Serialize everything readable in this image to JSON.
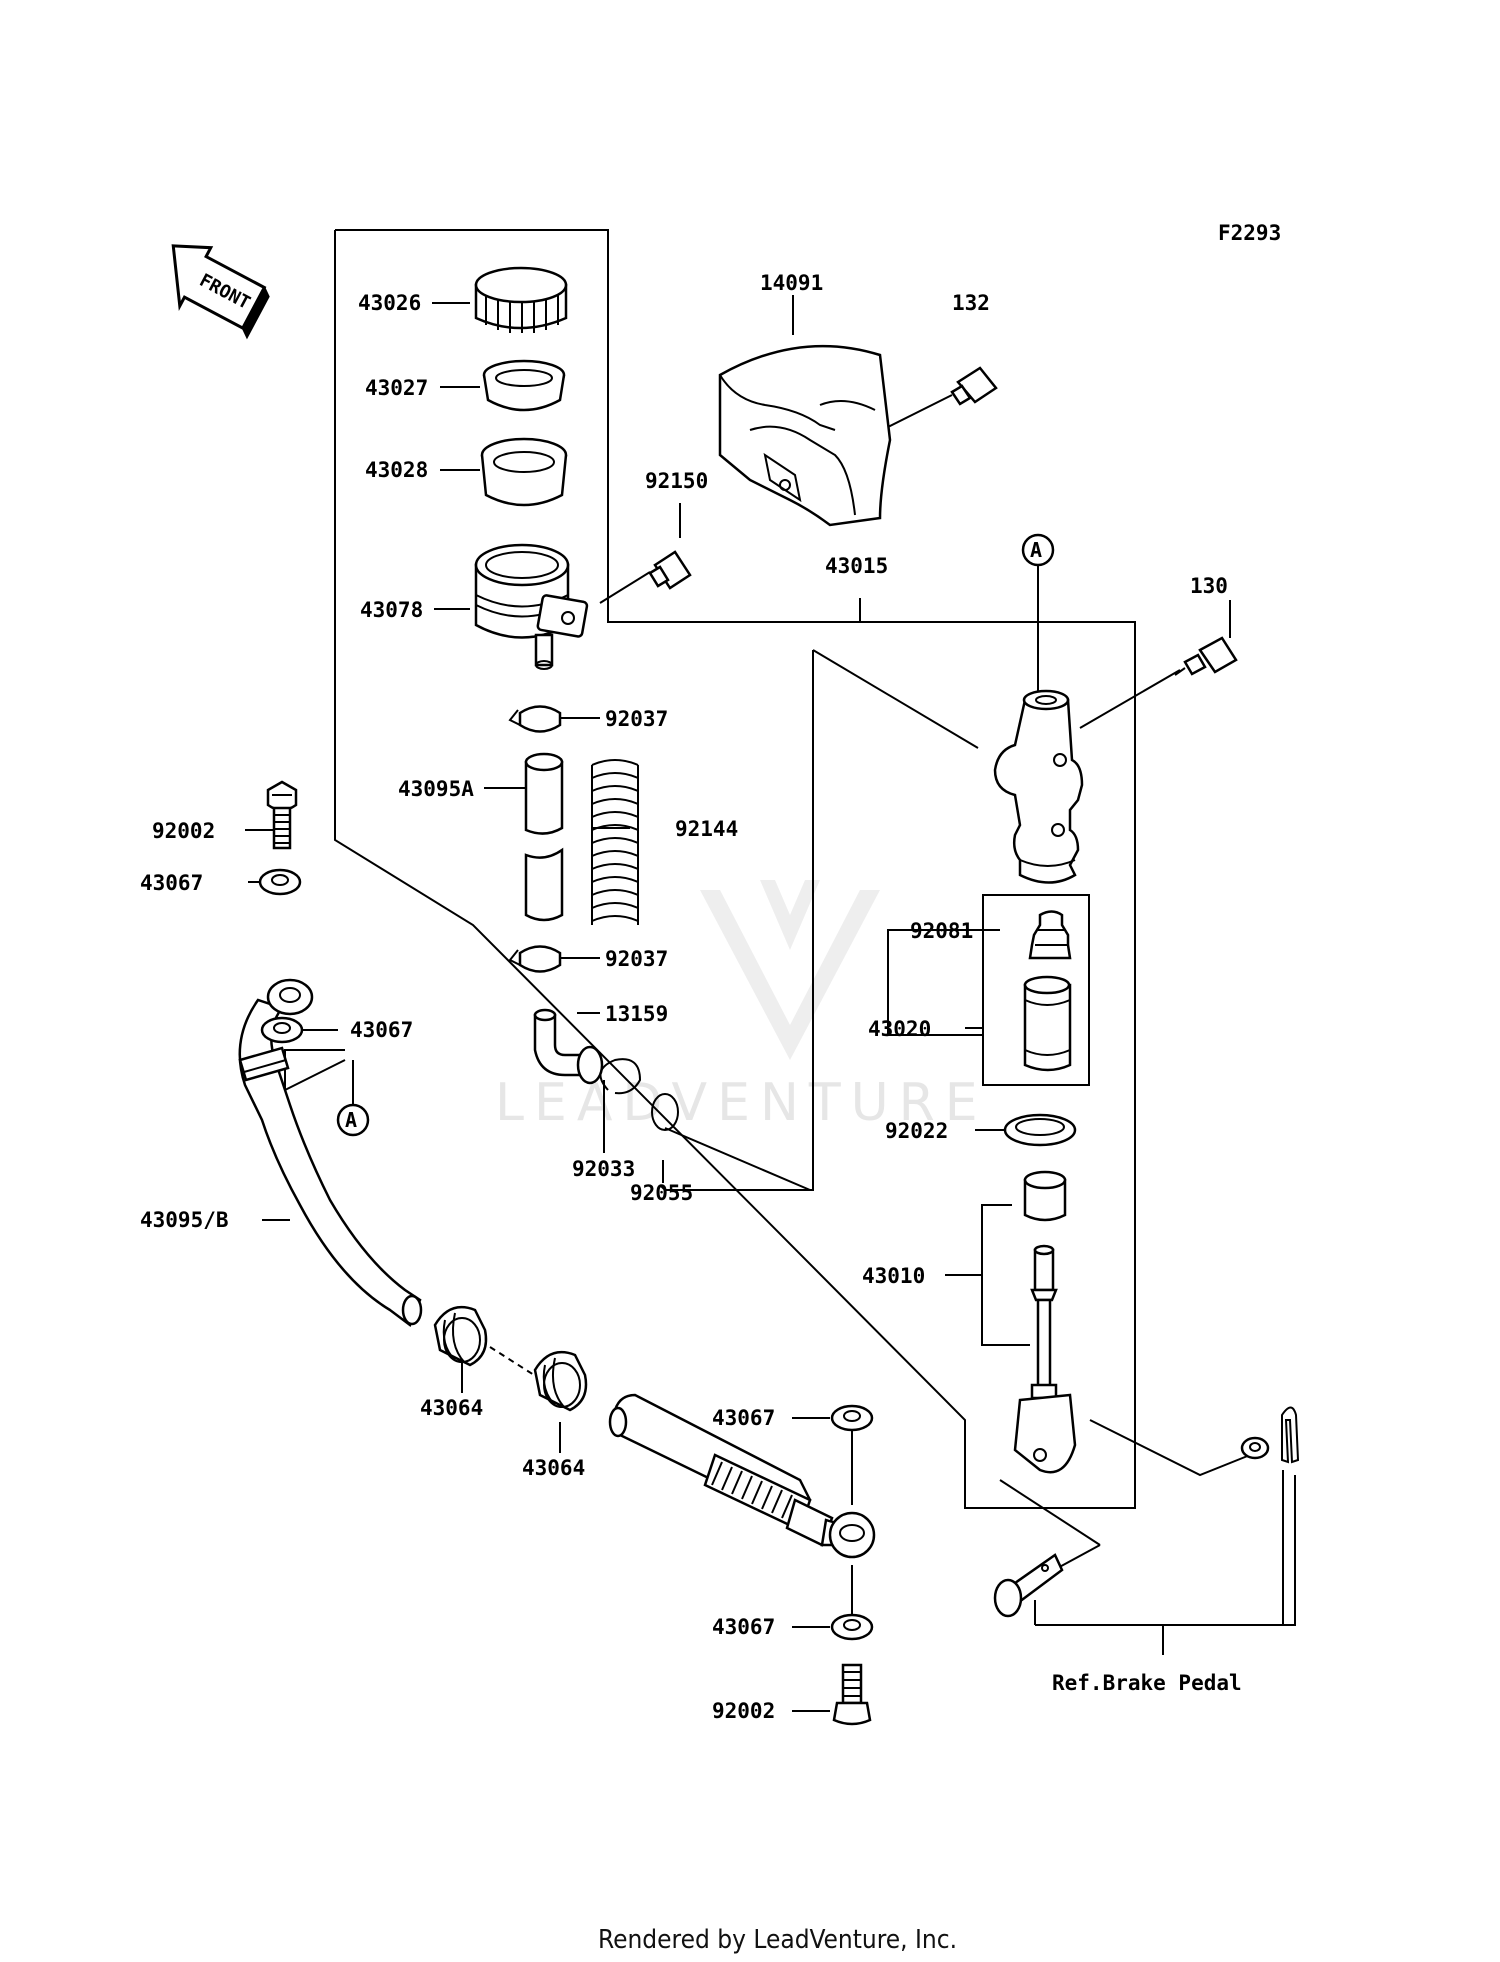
{
  "figure_code": "F2293",
  "front_marker": "FRONT",
  "watermark": "LEADVENTURE",
  "callout_A": "A",
  "labels": {
    "p14091": "14091",
    "p132": "132",
    "p43026": "43026",
    "p43027": "43027",
    "p43028": "43028",
    "p92150": "92150",
    "p43078": "43078",
    "p43015": "43015",
    "p130": "130",
    "p92037_top": "92037",
    "p43095A": "43095A",
    "p92144": "92144",
    "p92002_top": "92002",
    "p43067_a": "43067",
    "p92037_bot": "92037",
    "p92081": "92081",
    "p13159": "13159",
    "p43067_b": "43067",
    "p43020": "43020",
    "p92022": "92022",
    "p92033": "92033",
    "p92055": "92055",
    "p43095B": "43095/B",
    "p43010": "43010",
    "p43064_a": "43064",
    "p43064_b": "43064",
    "p43067_c": "43067",
    "p43067_d": "43067",
    "p92002_bot": "92002",
    "ref_brake_pedal": "Ref.Brake Pedal"
  },
  "footer": "Rendered by LeadVenture, Inc."
}
